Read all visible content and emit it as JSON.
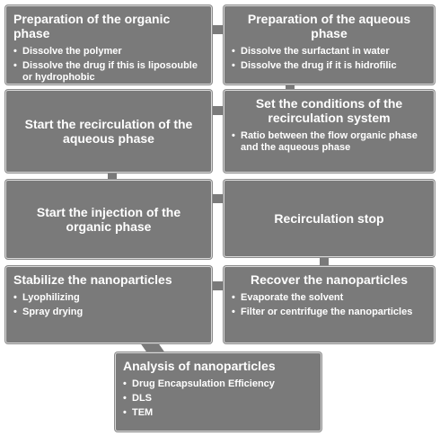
{
  "steps": {
    "organic": {
      "title": "Preparation of the organic phase",
      "bullets": [
        "Dissolve the polymer",
        "Dissolve the drug if this is liposouble or hydrophobic"
      ]
    },
    "aqueous": {
      "title": "Preparation of the aqueous phase",
      "bullets": [
        "Dissolve the surfactant in water",
        "Dissolve the drug if it is hidrofilic"
      ]
    },
    "recirculation_start": {
      "title": "Start the recirculation of the aqueous phase"
    },
    "conditions": {
      "title": "Set the conditions of the recirculation system",
      "bullets": [
        "Ratio between the flow organic phase and the aqueous phase"
      ]
    },
    "injection": {
      "title": "Start the injection of the organic phase"
    },
    "stop": {
      "title": "Recirculation stop"
    },
    "stabilize": {
      "title": "Stabilize the nanoparticles",
      "bullets": [
        "Lyophilizing",
        "Spray drying"
      ]
    },
    "recover": {
      "title": "Recover the nanoparticles",
      "bullets": [
        "Evaporate the solvent",
        "Filter or centrifuge the nanoparticles"
      ]
    },
    "analysis": {
      "title": "Analysis of nanoparticles",
      "bullets": [
        "Drug Encapsulation Efficiency",
        "DLS",
        "TEM"
      ]
    }
  },
  "colors": {
    "box_fill": "#7a7a7a",
    "text": "#ffffff",
    "border": "#d9d9d9"
  }
}
